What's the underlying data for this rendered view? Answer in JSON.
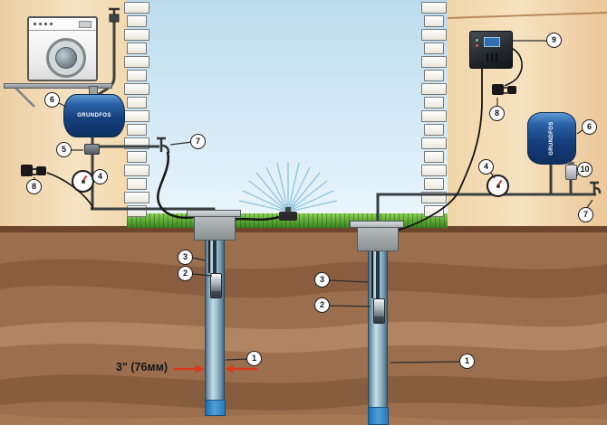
{
  "scene": {
    "measurement": "3\" (76мм)",
    "brand": "GRUNDFOS"
  },
  "colors": {
    "arrow_red": "#d63b1f",
    "tank_blue": "#16407e",
    "sky": "#cfe7f4",
    "soil": "#9b6e4e",
    "grass": "#4e9a2e"
  },
  "callouts": [
    {
      "label": "9"
    },
    {
      "label": "8"
    },
    {
      "label": "6"
    },
    {
      "label": "4"
    },
    {
      "label": "10"
    },
    {
      "label": "7"
    },
    {
      "label": "3"
    },
    {
      "label": "2"
    },
    {
      "label": "1"
    },
    {
      "label": "6"
    },
    {
      "label": "5"
    },
    {
      "label": "4"
    },
    {
      "label": "8"
    },
    {
      "label": "7"
    },
    {
      "label": "3"
    },
    {
      "label": "2"
    },
    {
      "label": "1"
    }
  ]
}
